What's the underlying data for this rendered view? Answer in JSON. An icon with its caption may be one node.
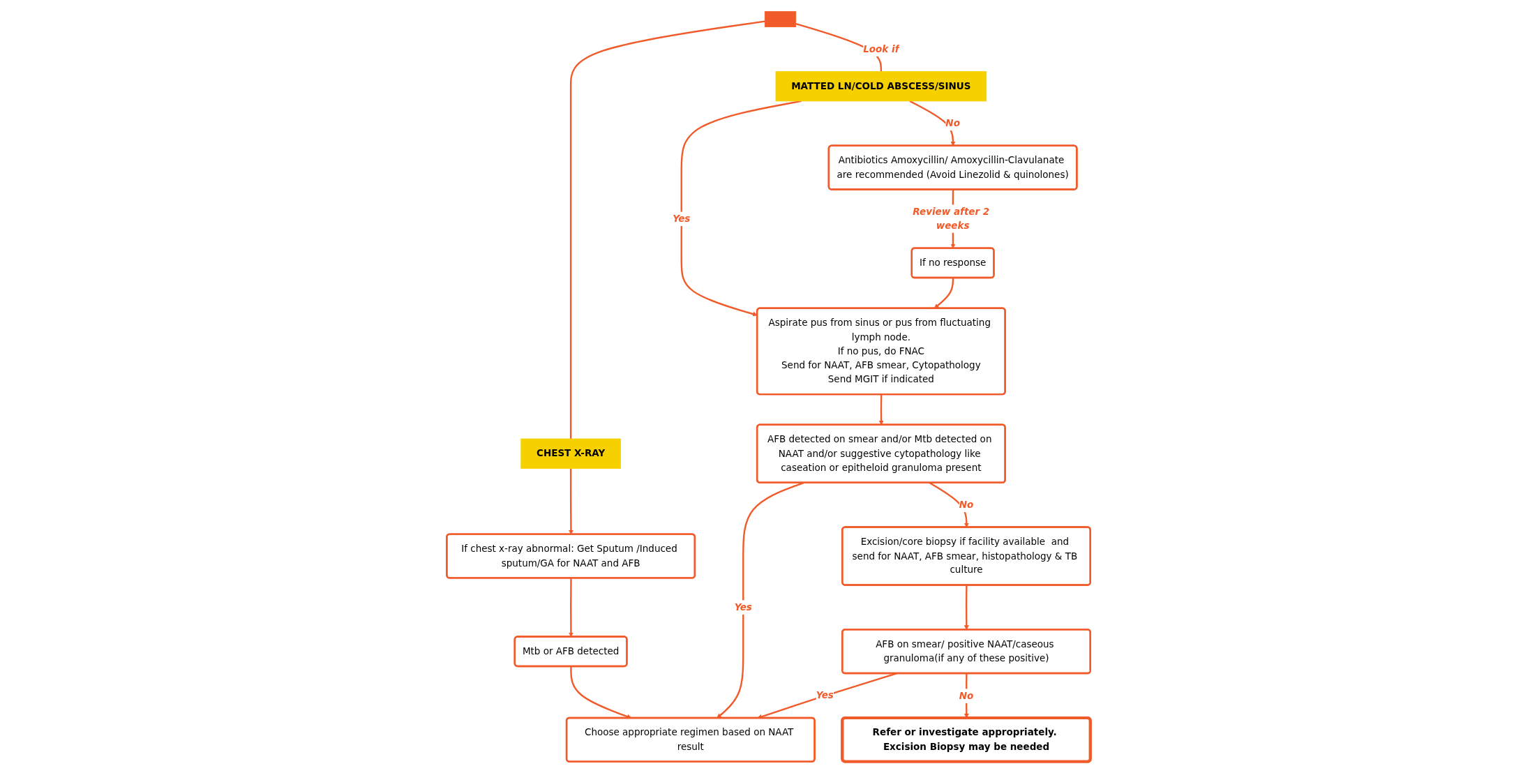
{
  "diagram": {
    "nodes": [
      {
        "text": [],
        "shape": "bar"
      },
      {
        "text": [
          "CHEST X-RAY"
        ]
      },
      {
        "text": [
          "MATTED LN/COLD ABSCESS/SINUS"
        ]
      },
      {
        "text": [
          "If chest x-ray abnormal: Get Sputum /Induced sputum/GA for NAAT and AFB"
        ]
      },
      {
        "text": [
          "Mtb or AFB detected"
        ]
      },
      {
        "text": [
          "Choose appropriate regimen based on NAAT result"
        ]
      },
      {
        "text": [
          "Aspirate pus from sinus or pus from fluctuating lymph node.",
          "If no pus, do FNAC",
          "Send for NAAT, AFB smear, Cytopathology",
          "Send MGIT if indicated"
        ]
      },
      {
        "text": [
          "Antibiotics Amoxycillin/ Amoxycillin-Clavulanate are recommended (Avoid Linezolid & quinolones)"
        ]
      },
      {
        "text": [
          "If no response"
        ]
      },
      {
        "text": [
          "AFB detected on smear and/or Mtb detected on NAAT and/or suggestive cytopathology like caseation or epitheloid granuloma present"
        ]
      },
      {
        "text": [
          "Excision/core biopsy if facility available  and send for NAAT, AFB smear, histopathology & TB culture"
        ]
      },
      {
        "text": [
          "AFB on smear/ positive NAAT/caseous granuloma(if any of these positive)"
        ]
      },
      {
        "text": [
          "Refer or investigate appropriately. Excision Biopsy may be needed"
        ]
      }
    ],
    "edges": [
      {
        "from": 0,
        "to": 1,
        "arrow": "none"
      },
      {
        "from": 0,
        "to": 2,
        "arrow": "none",
        "label": "Look if"
      },
      {
        "from": 1,
        "to": 3,
        "arrow": "to"
      },
      {
        "from": 3,
        "to": 4,
        "arrow": "to"
      },
      {
        "from": 4,
        "to": 5,
        "arrow": "to"
      },
      {
        "from": 2,
        "to": 6,
        "arrow": "to",
        "label": "Yes"
      },
      {
        "from": 2,
        "to": 7,
        "arrow": "to",
        "label": "No"
      },
      {
        "from": 7,
        "to": 8,
        "arrow": "to",
        "label": "Review after 2 weeks"
      },
      {
        "from": 8,
        "to": 6,
        "arrow": "to"
      },
      {
        "from": 6,
        "to": 9,
        "arrow": "to"
      },
      {
        "from": 9,
        "to": 5,
        "arrow": "to",
        "label": "Yes"
      },
      {
        "from": 9,
        "to": 10,
        "arrow": "to",
        "label": "No"
      },
      {
        "from": 10,
        "to": 11,
        "arrow": "to"
      },
      {
        "from": 11,
        "to": 5,
        "arrow": "to",
        "label": "Yes"
      },
      {
        "from": 11,
        "to": 12,
        "arrow": "to",
        "label": "No"
      }
    ]
  }
}
